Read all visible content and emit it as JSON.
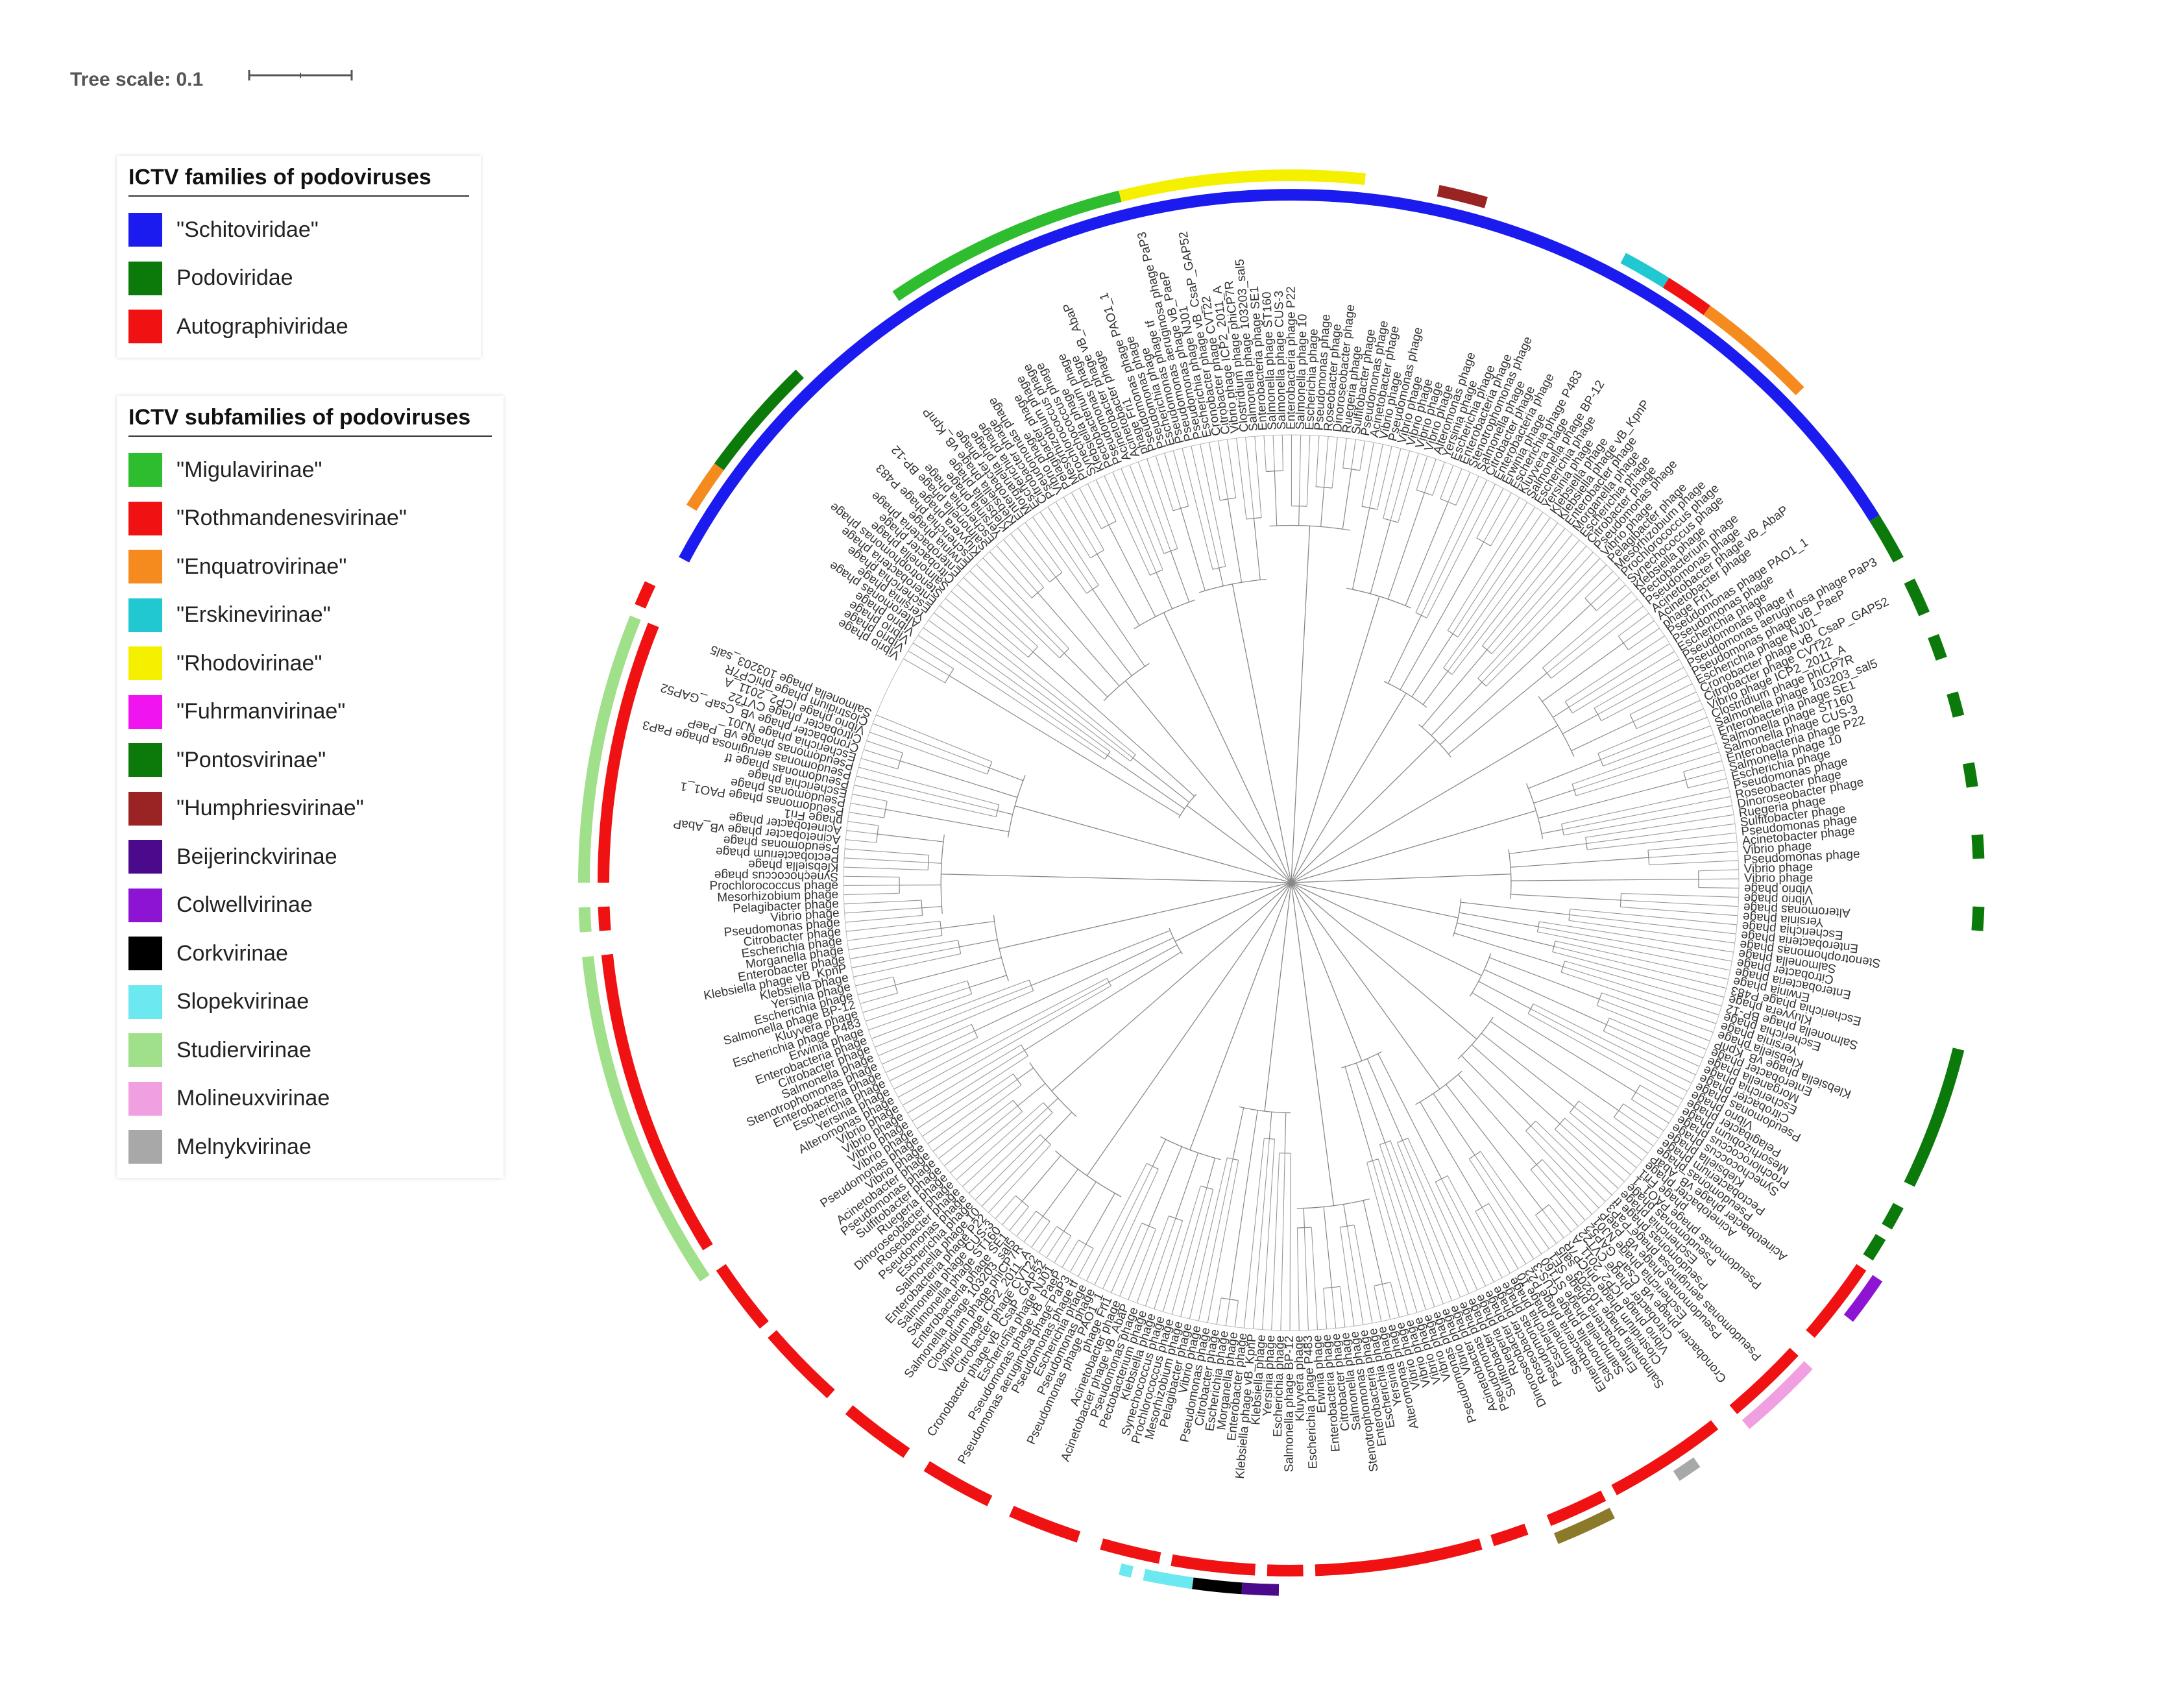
{
  "tree_scale": {
    "label": "Tree scale: 0.1"
  },
  "legend_families": {
    "title": "ICTV families of podoviruses",
    "items": [
      {
        "label": "\"Schitoviridae\"",
        "color": "#1b1bf0"
      },
      {
        "label": "Podoviridae",
        "color": "#0b7a0b"
      },
      {
        "label": "Autographiviridae",
        "color": "#f01212"
      }
    ]
  },
  "legend_subfamilies": {
    "title": "ICTV subfamilies of podoviruses",
    "items": [
      {
        "label": "\"Migulavirinae\"",
        "color": "#2ebd2e"
      },
      {
        "label": "\"Rothmandenesvirinae\"",
        "color": "#f01212"
      },
      {
        "label": "\"Enquatrovirinae\"",
        "color": "#f58a1f"
      },
      {
        "label": "\"Erskinevirinae\"",
        "color": "#21c8d2"
      },
      {
        "label": "\"Rhodovirinae\"",
        "color": "#f5f000"
      },
      {
        "label": "\"Fuhrmanvirinae\"",
        "color": "#f014f0"
      },
      {
        "label": "\"Pontosvirinae\"",
        "color": "#0b7a0b"
      },
      {
        "label": "\"Humphriesvirinae\"",
        "color": "#9a2323"
      },
      {
        "label": "Beijerinckvirinae",
        "color": "#4b0a8c"
      },
      {
        "label": "Colwellvirinae",
        "color": "#8c14d2"
      },
      {
        "label": "Corkvirinae",
        "color": "#000000"
      },
      {
        "label": "Slopekvirinae",
        "color": "#6ce8f0"
      },
      {
        "label": "Studiervirinae",
        "color": "#a0e08a"
      },
      {
        "label": "Molineuxvirinae",
        "color": "#f0a0e0"
      },
      {
        "label": "Melnykvirinae",
        "color": "#a8a8a8"
      }
    ]
  },
  "tree": {
    "type": "circular-phylogeny",
    "leaf_labels": [
      "Vibrio phage",
      "Vibrio phage",
      "Vibrio phage",
      "Vibrio phage",
      "Alteromonas phage",
      "Yersinia phage",
      "Escherichia phage",
      "Enterobacteria phage",
      "Stenotrophomonas phage",
      "Salmonella phage",
      "Citrobacter phage",
      "Enterobacteria phage",
      "Erwinia phage",
      "Escherichia phage P483",
      "Kluyvera phage",
      "Salmonella phage BP-12",
      "Escherichia phage",
      "Yersinia phage",
      "Klebsiella phage",
      "Klebsiella phage vB_KpnP",
      "Enterobacter phage",
      "Morganella phage",
      "Escherichia phage",
      "Citrobacter phage",
      "Pseudomonas phage",
      "Vibrio phage",
      "Pelagibacter phage",
      "Mesorhizobium phage",
      "Prochlorococcus phage",
      "Synechococcus phage",
      "Klebsiella phage",
      "Pectobacterium phage",
      "Pseudomonas phage",
      "Acinetobacter phage vB_AbaP",
      "Acinetobacter phage",
      "phage Fri1",
      "Pseudomonas phage PAO1_1",
      "Pseudomonas phage",
      "Escherichia phage",
      "Pseudomonas phage tf",
      "Pseudomonas aeruginosa phage PaP3",
      "Pseudomonas phage vB_PaeP",
      "Escherichia phage NJ01",
      "Cronobacter phage vB_CsaP_GAP52",
      "Citrobacter phage CVT22",
      "Vibrio phage ICP2_2011_A",
      "Clostridium phage phiCP7R",
      "Salmonella phage 103203_sal5",
      "Enterobacteria phage SE1",
      "Salmonella phage ST160",
      "Salmonella phage CUS-3",
      "Enterobacteria phage P22",
      "Salmonella phage 10",
      "Escherichia phage",
      "Pseudomonas phage",
      "Roseobacter phage",
      "Dinoroseobacter phage",
      "Ruegeria phage",
      "Sulfitobacter phage",
      "Pseudomonas phage",
      "Acinetobacter phage",
      "Vibrio phage",
      "Pseudomonas phage"
    ]
  }
}
